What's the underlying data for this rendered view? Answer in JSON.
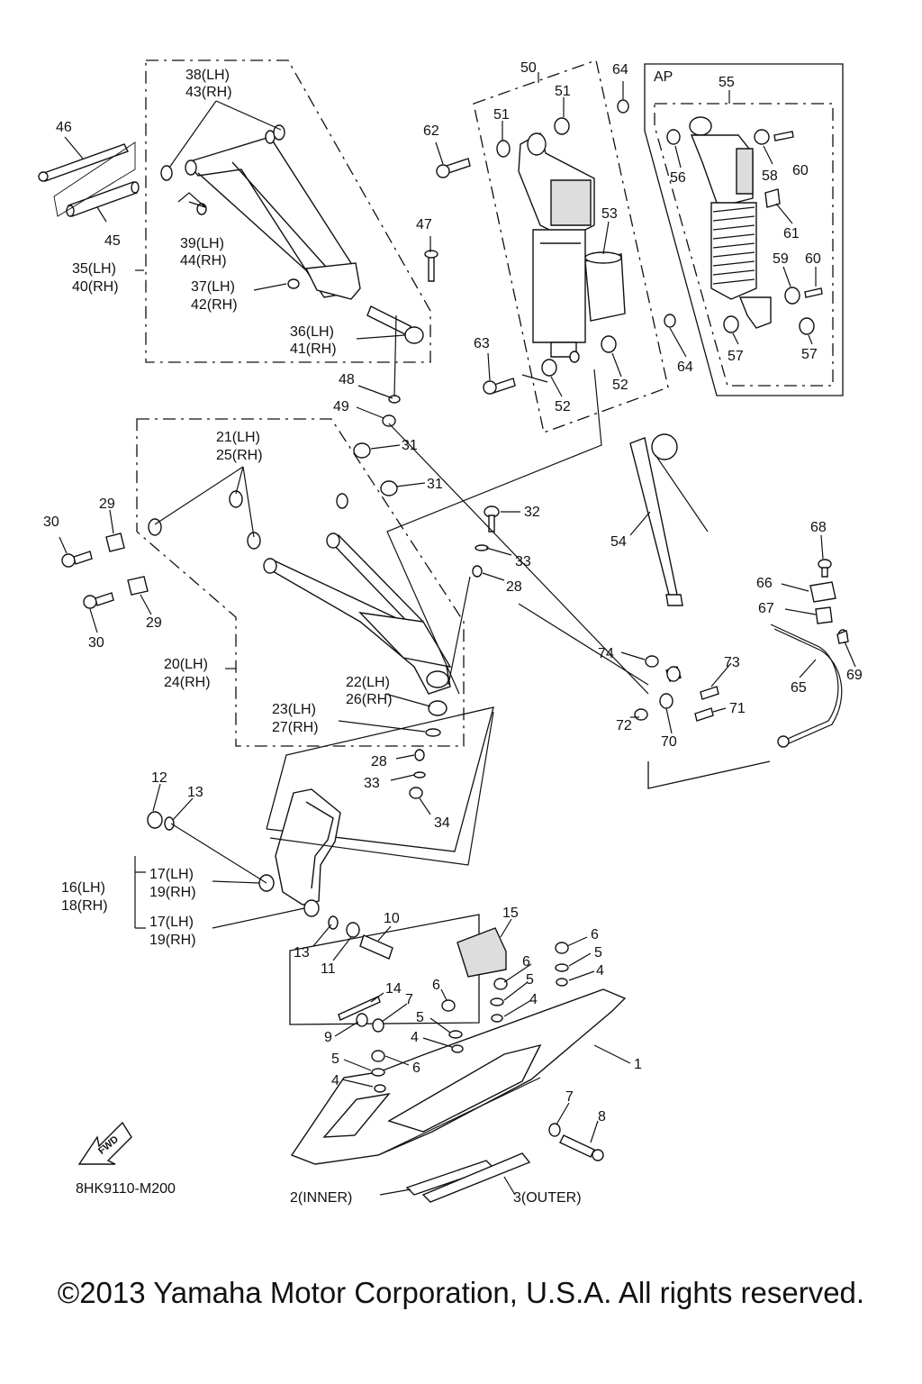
{
  "diagram_code": "8HK9110-M200",
  "copyright": "©2013 Yamaha Motor Corporation, U.S.A. All rights reserved.",
  "fwd_label": "FWD",
  "ap_label": "AP",
  "callouts": [
    {
      "id": "c46",
      "text": "46"
    },
    {
      "id": "c45",
      "text": "45"
    },
    {
      "id": "c38",
      "text": "38(LH)"
    },
    {
      "id": "c43",
      "text": "43(RH)"
    },
    {
      "id": "c35",
      "text": "35(LH)"
    },
    {
      "id": "c40",
      "text": "40(RH)"
    },
    {
      "id": "c39",
      "text": "39(LH)"
    },
    {
      "id": "c44",
      "text": "44(RH)"
    },
    {
      "id": "c37",
      "text": "37(LH)"
    },
    {
      "id": "c42",
      "text": "42(RH)"
    },
    {
      "id": "c36",
      "text": "36(LH)"
    },
    {
      "id": "c41",
      "text": "41(RH)"
    },
    {
      "id": "c47",
      "text": "47"
    },
    {
      "id": "c48",
      "text": "48"
    },
    {
      "id": "c49",
      "text": "49"
    },
    {
      "id": "c50",
      "text": "50"
    },
    {
      "id": "c51a",
      "text": "51"
    },
    {
      "id": "c51b",
      "text": "51"
    },
    {
      "id": "c62",
      "text": "62"
    },
    {
      "id": "c53",
      "text": "53"
    },
    {
      "id": "c63",
      "text": "63"
    },
    {
      "id": "c52a",
      "text": "52"
    },
    {
      "id": "c52b",
      "text": "52"
    },
    {
      "id": "c64a",
      "text": "64"
    },
    {
      "id": "c64b",
      "text": "64"
    },
    {
      "id": "c55",
      "text": "55"
    },
    {
      "id": "c56",
      "text": "56"
    },
    {
      "id": "c58",
      "text": "58"
    },
    {
      "id": "c60a",
      "text": "60"
    },
    {
      "id": "c61",
      "text": "61"
    },
    {
      "id": "c59",
      "text": "59"
    },
    {
      "id": "c60b",
      "text": "60"
    },
    {
      "id": "c57a",
      "text": "57"
    },
    {
      "id": "c57b",
      "text": "57"
    },
    {
      "id": "c21",
      "text": "21(LH)"
    },
    {
      "id": "c25",
      "text": "25(RH)"
    },
    {
      "id": "c31a",
      "text": "31"
    },
    {
      "id": "c31b",
      "text": "31"
    },
    {
      "id": "c29a",
      "text": "29"
    },
    {
      "id": "c30a",
      "text": "30"
    },
    {
      "id": "c29b",
      "text": "29"
    },
    {
      "id": "c30b",
      "text": "30"
    },
    {
      "id": "c32",
      "text": "32"
    },
    {
      "id": "c33a",
      "text": "33"
    },
    {
      "id": "c28a",
      "text": "28"
    },
    {
      "id": "c20",
      "text": "20(LH)"
    },
    {
      "id": "c24",
      "text": "24(RH)"
    },
    {
      "id": "c22",
      "text": "22(LH)"
    },
    {
      "id": "c26",
      "text": "26(RH)"
    },
    {
      "id": "c23",
      "text": "23(LH)"
    },
    {
      "id": "c27",
      "text": "27(RH)"
    },
    {
      "id": "c28b",
      "text": "28"
    },
    {
      "id": "c33b",
      "text": "33"
    },
    {
      "id": "c34",
      "text": "34"
    },
    {
      "id": "c54",
      "text": "54"
    },
    {
      "id": "c68",
      "text": "68"
    },
    {
      "id": "c66",
      "text": "66"
    },
    {
      "id": "c67",
      "text": "67"
    },
    {
      "id": "c69",
      "text": "69"
    },
    {
      "id": "c65",
      "text": "65"
    },
    {
      "id": "c74",
      "text": "74"
    },
    {
      "id": "c73",
      "text": "73"
    },
    {
      "id": "c72",
      "text": "72"
    },
    {
      "id": "c71",
      "text": "71"
    },
    {
      "id": "c70",
      "text": "70"
    },
    {
      "id": "c12",
      "text": "12"
    },
    {
      "id": "c13a",
      "text": "13"
    },
    {
      "id": "c16",
      "text": "16(LH)"
    },
    {
      "id": "c18",
      "text": "18(RH)"
    },
    {
      "id": "c17a",
      "text": "17(LH)"
    },
    {
      "id": "c19a",
      "text": "19(RH)"
    },
    {
      "id": "c17b",
      "text": "17(LH)"
    },
    {
      "id": "c19b",
      "text": "19(RH)"
    },
    {
      "id": "c13b",
      "text": "13"
    },
    {
      "id": "c11",
      "text": "11"
    },
    {
      "id": "c10",
      "text": "10"
    },
    {
      "id": "c15",
      "text": "15"
    },
    {
      "id": "c14",
      "text": "14"
    },
    {
      "id": "c7a",
      "text": "7"
    },
    {
      "id": "c9",
      "text": "9"
    },
    {
      "id": "c6a",
      "text": "6"
    },
    {
      "id": "c5a",
      "text": "5"
    },
    {
      "id": "c4a",
      "text": "4"
    },
    {
      "id": "c6b",
      "text": "6"
    },
    {
      "id": "c5b",
      "text": "5"
    },
    {
      "id": "c4b",
      "text": "4"
    },
    {
      "id": "c6c",
      "text": "6"
    },
    {
      "id": "c5c",
      "text": "5"
    },
    {
      "id": "c4c",
      "text": "4"
    },
    {
      "id": "c5d",
      "text": "5"
    },
    {
      "id": "c6d",
      "text": "6"
    },
    {
      "id": "c4d",
      "text": "4"
    },
    {
      "id": "c1",
      "text": "1"
    },
    {
      "id": "c7b",
      "text": "7"
    },
    {
      "id": "c8",
      "text": "8"
    },
    {
      "id": "c2",
      "text": "2(INNER)"
    },
    {
      "id": "c3",
      "text": "3(OUTER)"
    }
  ]
}
